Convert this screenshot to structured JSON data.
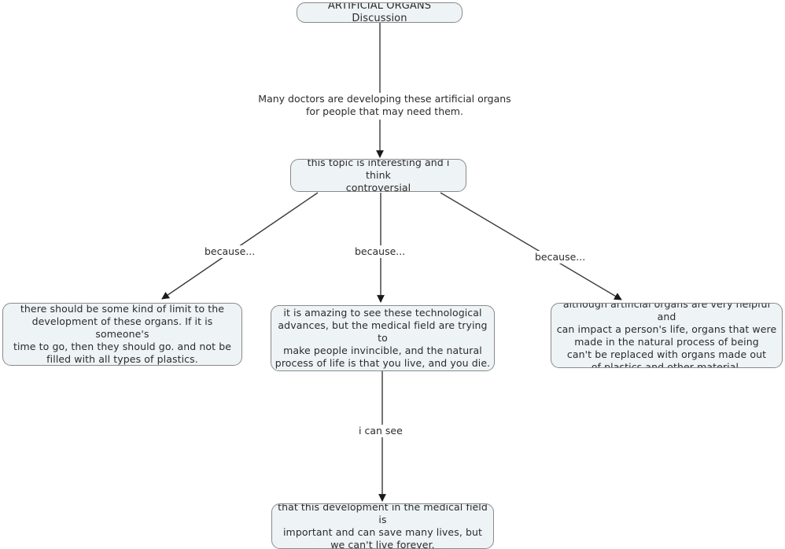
{
  "diagram": {
    "type": "concept-map",
    "title": "ARTIFICIAL ORGANS Discussion",
    "background_color": "#ffffff",
    "node_fill_color": "#eef3f5",
    "node_border_color": "#8a8a8a",
    "edge_color": "#3a3a3a",
    "text_color": "#2b2b2b"
  },
  "nodes": {
    "root": {
      "label": "ARTIFICIAL ORGANS Discussion"
    },
    "topic": {
      "label": "this topic is interesting and i think\ncontroversial"
    },
    "left": {
      "label": "there should be some kind of limit to the\ndevelopment of these organs. If it is someone's\ntime to go, then they should go. and not be\nfilled with all types of plastics."
    },
    "middle": {
      "label": "it is amazing to see these technological\nadvances, but the medical field are trying to\nmake people invincible, and the natural\nprocess of life is that you live, and you die."
    },
    "right": {
      "label": "although artificial organs are very helpful and\ncan impact a person's life, organs that were\nmade in the natural process of being\ncan't be replaced with organs made out\nof plastics and other material."
    },
    "bottom": {
      "label": "that this development in the medical field is\nimportant and can save many lives, but\nwe can't live forever."
    }
  },
  "edge_labels": {
    "root_to_topic": "Many doctors are developing these artificial organs\nfor people that may need them.",
    "topic_to_left": "because...",
    "topic_to_middle": "because...",
    "topic_to_right": "because...",
    "middle_to_bottom": "i can see"
  }
}
